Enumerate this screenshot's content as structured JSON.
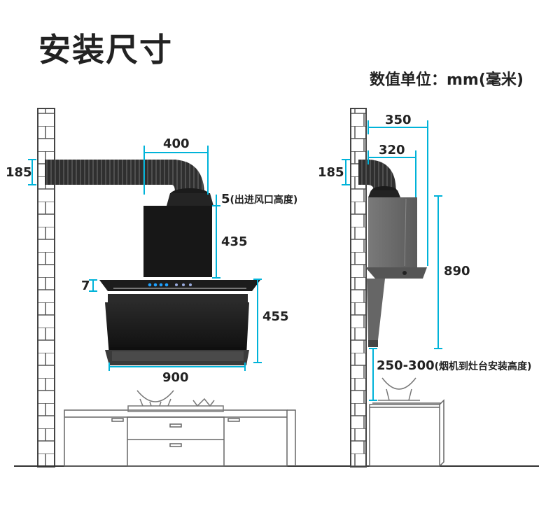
{
  "header": {
    "title": "安装尺寸",
    "unit_label": "数值单位：mm(毫米)"
  },
  "front_view": {
    "duct_height": "185",
    "duct_offset_width": "400",
    "inlet_gap": "5",
    "inlet_gap_note": "(出进风口高度)",
    "chimney_height": "435",
    "panel_gap": "7",
    "body_height": "455",
    "body_width": "900"
  },
  "side_view": {
    "duct_height": "185",
    "outer_depth": "350",
    "inner_depth": "320",
    "total_height": "890",
    "install_height": "250-300",
    "install_height_note": "(烟机到灶台安装高度)"
  },
  "colors": {
    "dimension_line": "#00b3d9",
    "wall_line": "#444444",
    "hood_body": "#1a1a1a",
    "hood_side": "#6b6b6b",
    "duct": "#2d2d2d"
  }
}
